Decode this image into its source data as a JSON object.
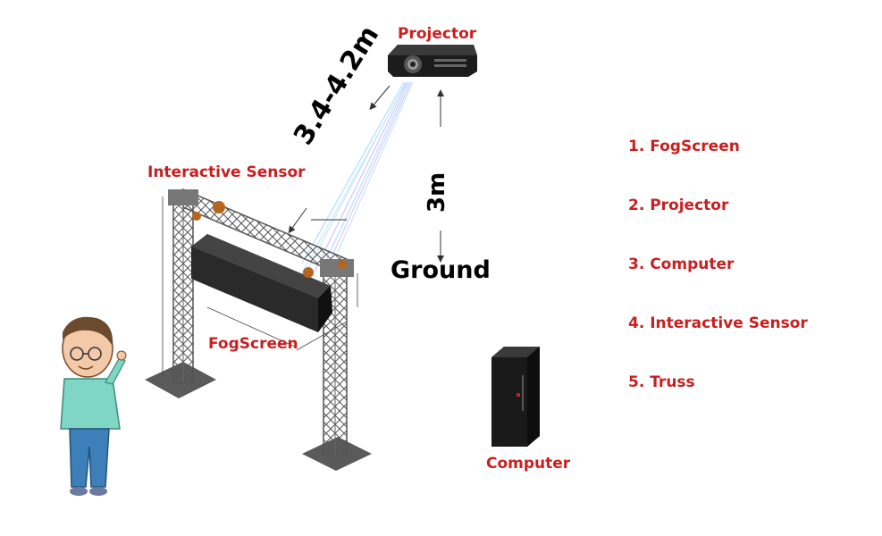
{
  "labels": {
    "projector": "Projector",
    "interactive_sensor": "Interactive Sensor",
    "fogscreen": "FogScreen",
    "computer": "Computer",
    "ground": "Ground",
    "diagonal_distance": "3.4-4.2m",
    "height": "3m"
  },
  "legend": [
    "1. FogScreen",
    "2. Projector",
    "3. Computer",
    "4. Interactive Sensor",
    "5. Truss"
  ],
  "colors": {
    "label_red": "#c8201f",
    "text_black": "#000000"
  }
}
